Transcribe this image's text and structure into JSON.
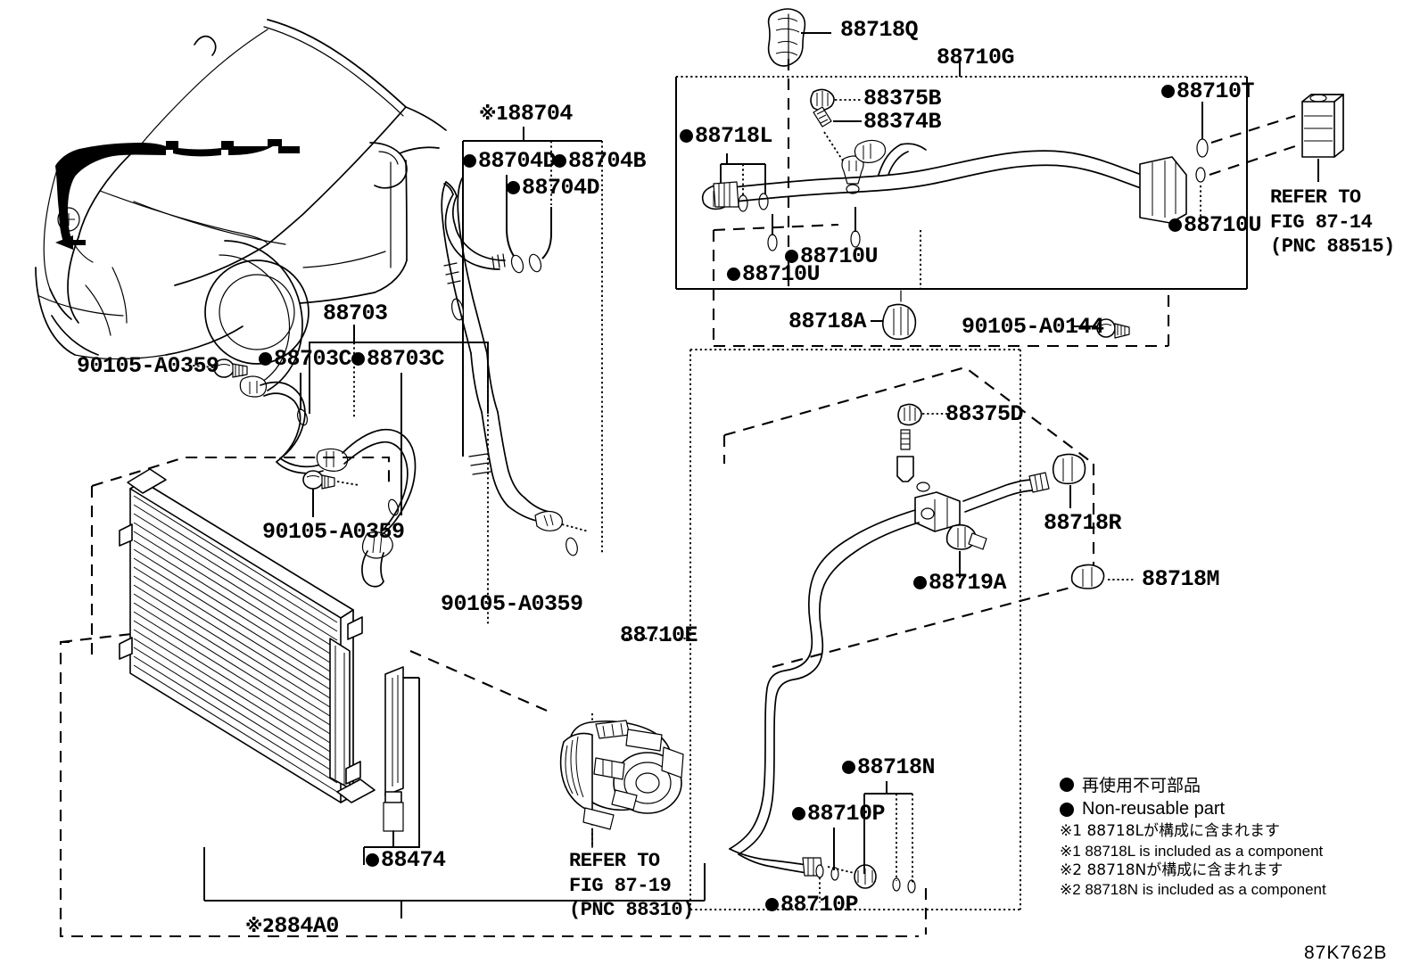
{
  "diagram": {
    "figure_code": "87K762B",
    "title": "Air conditioner piping / heating & air conditioning"
  },
  "labels": {
    "l_88704": "88704",
    "l_88704D_a": "88704D",
    "l_88704B": "88704B",
    "l_88704D_b": "88704D",
    "l_88718Q": "88718Q",
    "l_88710G": "88710G",
    "l_88375B": "88375B",
    "l_88374B": "88374B",
    "l_88718L": "88718L",
    "l_88710T": "88710T",
    "l_88710U_right": "88710U",
    "l_88710U_a": "88710U",
    "l_88710U_b": "88710U",
    "l_88718A": "88718A",
    "l_90105_A0144": "90105-A0144",
    "l_88703": "88703",
    "l_88703C_a": "88703C",
    "l_88703C_b": "88703C",
    "l_90105_A0359_a": "90105-A0359",
    "l_90105_A0359_b": "90105-A0359",
    "l_90105_A0359_c": "90105-A0359",
    "l_88375D": "88375D",
    "l_88718R": "88718R",
    "l_88719A": "88719A",
    "l_88718M": "88718M",
    "l_88710E": "88710E",
    "l_88718N": "88718N",
    "l_88710P_a": "88710P",
    "l_88710P_b": "88710P",
    "l_88474": "88474",
    "l_884A0": "884A0",
    "mark_1": "※1",
    "mark_2": "※2"
  },
  "references": {
    "fig_87_14": {
      "line1": "REFER TO",
      "line2": "FIG 87-14",
      "line3": "(PNC 88515)"
    },
    "fig_87_19": {
      "line1": "REFER TO",
      "line2": "FIG 87-19",
      "line3": "(PNC 88310)"
    }
  },
  "legend": {
    "nonreusable_jp": "再使用不可部品",
    "nonreusable_en": "Non-reusable part",
    "note1_jp": "※1 88718Lが構成に含まれます",
    "note1_en": "※1 88718L  is included as a component",
    "note2_jp": "※2 88718Nが構成に含まれます",
    "note2_en": "※2 88718N is included as a component"
  }
}
